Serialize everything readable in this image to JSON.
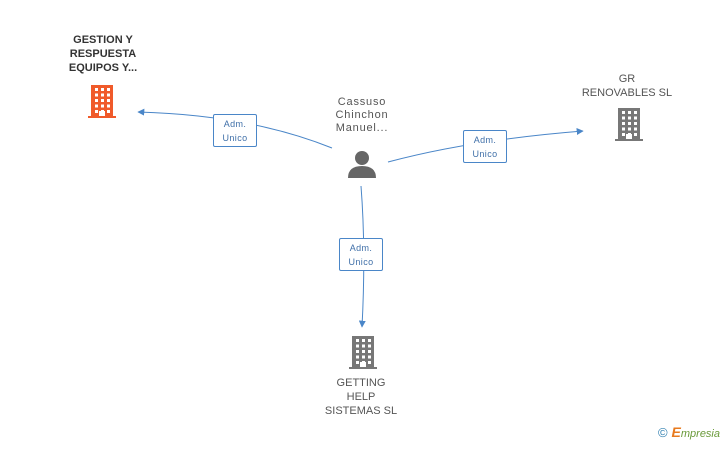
{
  "center": {
    "label": "Cassuso\nChinchon\nManuel..."
  },
  "companies": [
    {
      "id": "gestion",
      "label": "GESTION Y\nRESPUESTA\nEQUIPOS Y...",
      "color": "#f05a2a",
      "highlight": true
    },
    {
      "id": "gr",
      "label": "GR\nRENOVABLES SL",
      "color": "#777777",
      "highlight": false
    },
    {
      "id": "getting",
      "label": "GETTING\nHELP\nSISTEMAS  SL",
      "color": "#777777",
      "highlight": false
    }
  ],
  "edges": [
    {
      "to": "gestion",
      "line1": "Adm.",
      "line2": "Unico"
    },
    {
      "to": "gr",
      "line1": "Adm.",
      "line2": "Unico"
    },
    {
      "to": "getting",
      "line1": "Adm.",
      "line2": "Unico"
    }
  ],
  "brand": {
    "copyright": "©",
    "name_initial": "E",
    "name_rest": "mpresia"
  },
  "colors": {
    "edge": "#4a86c8",
    "person": "#666666"
  }
}
